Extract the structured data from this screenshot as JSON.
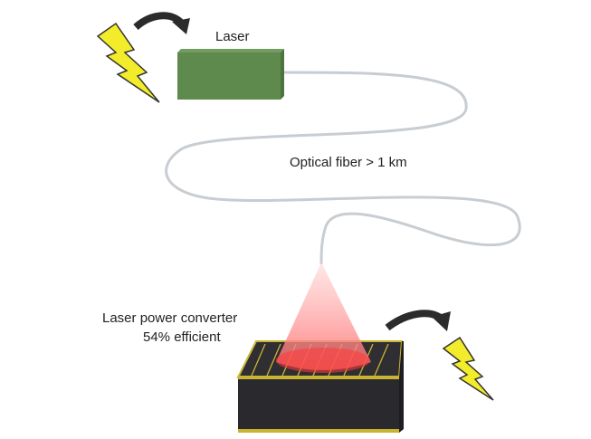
{
  "labels": {
    "laser": "Laser",
    "fiber": "Optical fiber > 1 km",
    "converter_line1": "Laser power converter",
    "converter_line2": "54% efficient"
  },
  "colors": {
    "laser_box": "#5e8a4e",
    "bolt": "#f3ec2a",
    "arrow": "#2b2b2b",
    "chip": "#2a2a2e",
    "gold": "#c9b431",
    "beam": "#ff5a5a",
    "fiber": "#c8cdd2"
  }
}
